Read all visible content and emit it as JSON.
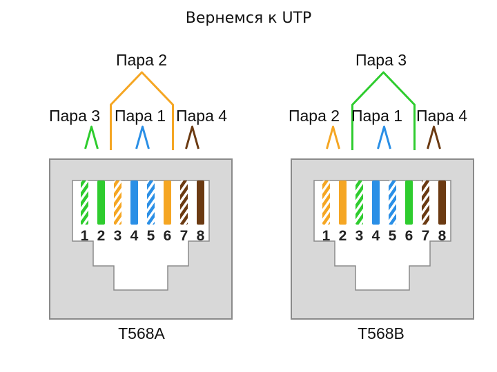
{
  "title": "Вернемся к UTP",
  "colors": {
    "green": "#2ecc2e",
    "orange": "#f5a623",
    "blue": "#2a8fe6",
    "brown": "#6b3a12",
    "connector_fill": "#d8d8d8",
    "connector_stroke": "#8a8a8a"
  },
  "connectors": [
    {
      "standard": "T568A",
      "top_pair": "Пара 2",
      "side_pairs": [
        "Пара 3",
        "Пара 1",
        "Пара 4"
      ],
      "pins": [
        "1",
        "2",
        "3",
        "4",
        "5",
        "6",
        "7",
        "8"
      ],
      "wires": [
        {
          "color": "green",
          "striped": true
        },
        {
          "color": "green",
          "striped": false
        },
        {
          "color": "orange",
          "striped": true
        },
        {
          "color": "blue",
          "striped": false
        },
        {
          "color": "blue",
          "striped": true
        },
        {
          "color": "orange",
          "striped": false
        },
        {
          "color": "brown",
          "striped": true
        },
        {
          "color": "brown",
          "striped": false
        }
      ],
      "top_color": "orange",
      "side_colors": [
        "green",
        "blue",
        "brown"
      ]
    },
    {
      "standard": "T568B",
      "top_pair": "Пара 3",
      "side_pairs": [
        "Пара 2",
        "Пара 1",
        "Пара 4"
      ],
      "pins": [
        "1",
        "2",
        "3",
        "4",
        "5",
        "6",
        "7",
        "8"
      ],
      "wires": [
        {
          "color": "orange",
          "striped": true
        },
        {
          "color": "orange",
          "striped": false
        },
        {
          "color": "green",
          "striped": true
        },
        {
          "color": "blue",
          "striped": false
        },
        {
          "color": "blue",
          "striped": true
        },
        {
          "color": "green",
          "striped": false
        },
        {
          "color": "brown",
          "striped": true
        },
        {
          "color": "brown",
          "striped": false
        }
      ],
      "top_color": "green",
      "side_colors": [
        "orange",
        "blue",
        "brown"
      ]
    }
  ]
}
